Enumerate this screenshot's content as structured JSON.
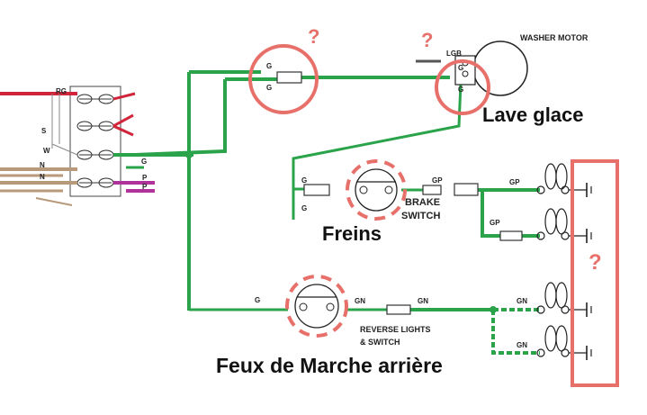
{
  "labels": {
    "washer_motor": "WASHER MOTOR",
    "lave_glace": "Lave glace",
    "freins": "Freins",
    "brake_switch_line1": "BRAKE",
    "brake_switch_line2": "SWITCH",
    "reverse_line1": "REVERSE LIGHTS",
    "reverse_line2": "& SWITCH",
    "feux_marche_arriere": "Feux de Marche arrière",
    "lgb": "LGB"
  },
  "wire_codes": {
    "g": "G",
    "gp": "GP",
    "gn": "GN",
    "rg": "RG",
    "s": "S",
    "w": "W",
    "n": "N",
    "p": "P"
  },
  "question_marks": [
    "?",
    "?",
    "?"
  ],
  "colors": {
    "wire_green": "#2aa34a",
    "highlight": "#e8706a",
    "wire_red": "#d0253a",
    "wire_magenta": "#b0329a",
    "wire_brown": "#b89a7a"
  }
}
